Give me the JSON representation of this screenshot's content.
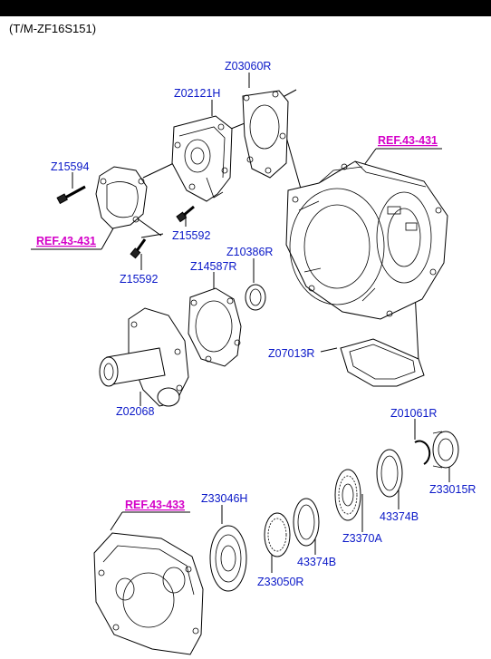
{
  "title": "(T/M-ZF16S151)",
  "colors": {
    "part_number": "#0a18c8",
    "reference": "#d400c8",
    "leader": "#000000"
  },
  "refs": [
    "REF.43-431",
    "REF.43-431",
    "REF.43-433"
  ],
  "parts": [
    "Z03060R",
    "Z02121H",
    "Z15594",
    "Z15592",
    "Z15592",
    "Z10386R",
    "Z14587R",
    "Z02068",
    "Z07013R",
    "Z01061R",
    "Z33015R",
    "43374B",
    "Z3370A",
    "43374B",
    "Z33046H",
    "Z33050R"
  ]
}
